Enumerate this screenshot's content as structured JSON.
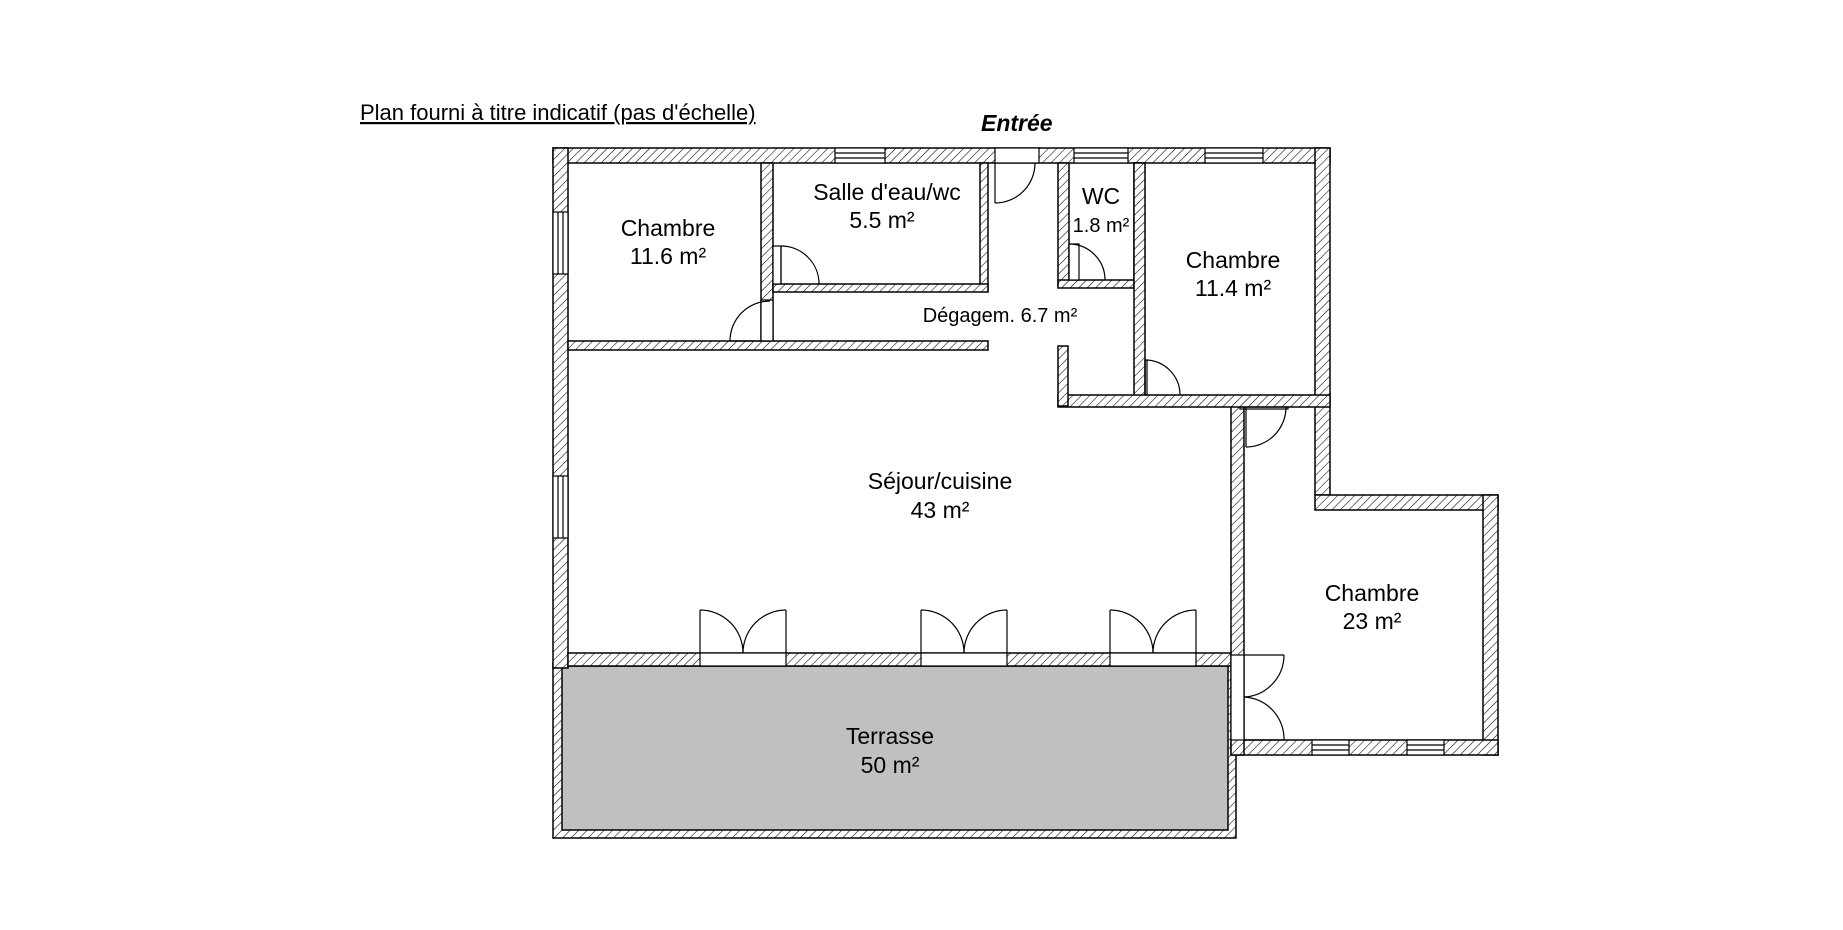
{
  "header": {
    "note": "Plan fourni à titre indicatif (pas d'échelle)",
    "entrance": "Entrée"
  },
  "rooms": {
    "chambre_nw": {
      "name": "Chambre",
      "area": "11.6 m²"
    },
    "salle_eau": {
      "name": "Salle d'eau/wc",
      "area": "5.5 m²"
    },
    "wc": {
      "name": "WC",
      "area": "1.8 m²"
    },
    "chambre_ne": {
      "name": "Chambre",
      "area": "11.4 m²"
    },
    "degagement": {
      "label": "Dégagem. 6.7 m²"
    },
    "sejour": {
      "name": "Séjour/cuisine",
      "area": "43 m²"
    },
    "chambre_se": {
      "name": "Chambre",
      "area": "23 m²"
    },
    "terrasse": {
      "name": "Terrasse",
      "area": "50 m²"
    }
  },
  "colors": {
    "wall": "#000000",
    "hatch": "#000000",
    "terrace_fill": "#c0c0c0",
    "background": "#ffffff"
  }
}
